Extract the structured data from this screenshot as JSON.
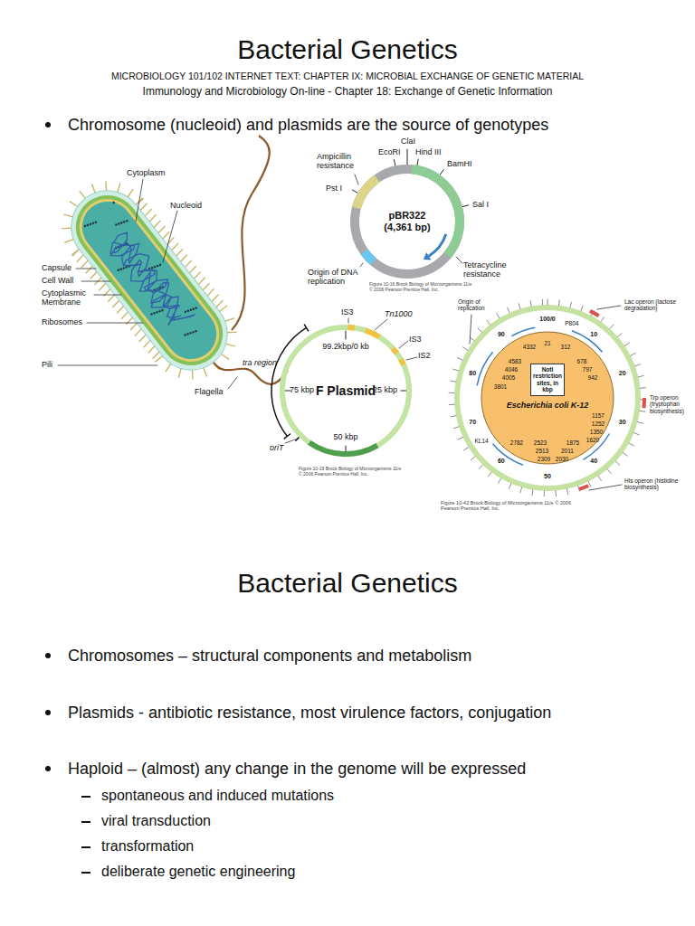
{
  "diagram": {
    "title": "Bacterial Genetics",
    "nodes": [
      {
        "text": [
          "pBR322 (4,361 bp)"
        ]
      },
      {
        "text": [
          "F Plasmid"
        ]
      },
      {
        "text": [
          "Escherichia coli K-12"
        ]
      },
      {
        "text": [
          "NotI restriction sites, in kbp"
        ],
        "in": 2
      }
    ],
    "labels": [
      "MICROBIOLOGY 101/102 INTERNET TEXT: CHAPTER IX: MICROBIAL EXCHANGE OF GENETIC MATERIAL",
      "Immunology and Microbiology On-line - Chapter 18: Exchange of Genetic Information",
      "Chromosome (nucleoid) and plasmids are the source of genotypes",
      "Cytoplasm",
      "Nucleoid",
      "Capsule",
      "Cell Wall",
      "Cytoplasmic Membrane",
      "Ribosomes",
      "Pili",
      "Flagella",
      "Ampicillin resistance",
      "EcoRI",
      "ClaI",
      "Hind III",
      "BamHI",
      "Pst I",
      "Sal I",
      "Origin of DNA replication",
      "Tetracycline resistance",
      "Figure 10-16 Brock Biology of Microorganisms 11/e © 2006 Pearson Prentice Hall, Inc.",
      "IS3",
      "Tn1000",
      "99.2kbp/0 kb",
      "IS3",
      "IS2",
      "tra region",
      "75 kbp",
      "25 kbp",
      "oriT",
      "50 kbp",
      "Figure 10-19 Brock Biology of Microorganisms 11/e © 2006 Pearson Prentice Hall, Inc.",
      "Lac operon (lactose degradation)",
      "Trp operon (tryptophan biosynthesis)",
      "His operon (histidine biosynthesis)",
      "Origin of replication",
      "100/0",
      "10",
      "20",
      "30",
      "40",
      "50",
      "60",
      "70",
      "80",
      "90",
      "P804",
      "KL14",
      "4332",
      "21",
      "312",
      "4583",
      "4046",
      "4005",
      "3801",
      "678",
      "797",
      "942",
      "1157",
      "1252",
      "1350",
      "1620",
      "1875",
      "2011",
      "2030",
      "2523",
      "2513",
      "2309",
      "2782",
      "Figure 10-42 Brock Biology of Microorganisms 11/e © 2006 Pearson Prentice Hall, Inc.",
      "Bacterial Genetics",
      "Chromosomes – structural components and metabolism",
      "Plasmids - antibiotic resistance, most virulence factors, conjugation",
      "Haploid – (almost) any change in the genome will be expressed",
      "spontaneous and induced mutations",
      "viral transduction",
      "transformation",
      "deliberate genetic engineering"
    ]
  }
}
